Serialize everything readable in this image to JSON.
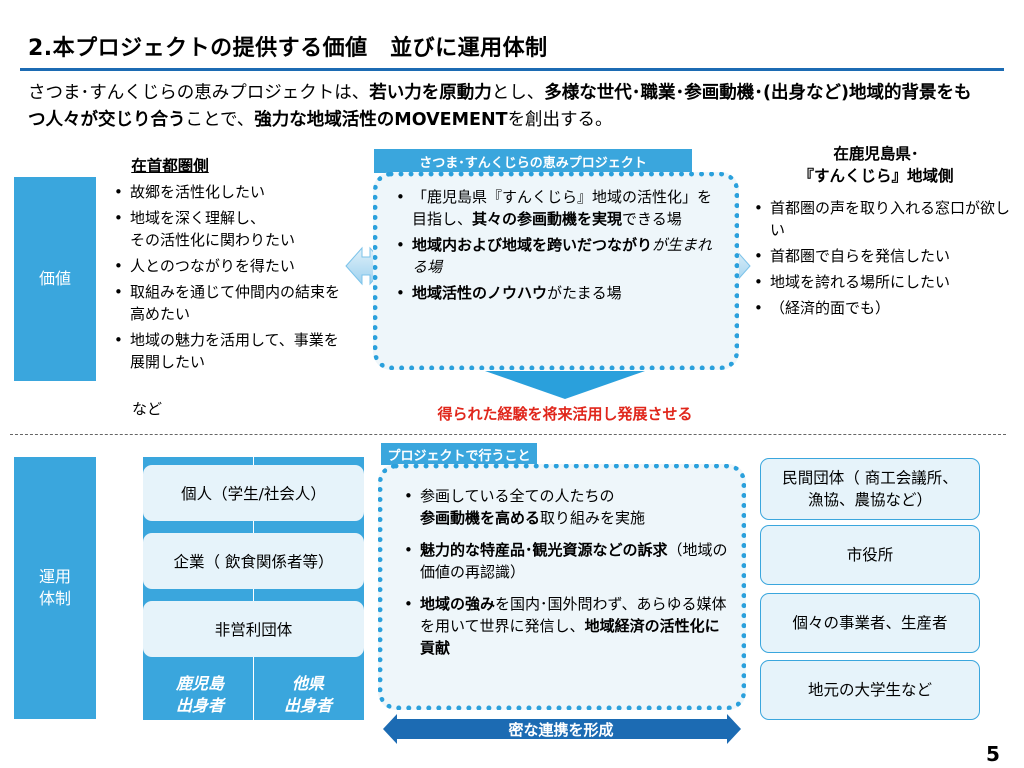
{
  "title": "2.本プロジェクトの提供する価値　並びに運用体制",
  "intro": {
    "p1": "さつま･すんくじらの恵みプロジェクトは、",
    "b1": "若い力を原動力",
    "p2": "とし、",
    "b2": "多様な世代･職業･参画動機･(出身など)地域的背景をもつ人々が交じり合う",
    "p3": "ことで、",
    "b3": "強力な地域活性のMOVEMENT",
    "p4": "を創出する。"
  },
  "value_section": {
    "side_label": "価値",
    "capital": {
      "heading": "在首都圏側",
      "items": [
        "故郷を活性化したい",
        "地域を深く理解し、\nその活性化に関わりたい",
        "人とのつながりを得たい",
        "取組みを通じて仲間内の結束を高めたい",
        "地域の魅力を活用して、事業を展開したい"
      ],
      "trailing": "など"
    },
    "project": {
      "tag": "さつま･すんくじらの恵みプロジェクト",
      "item1_a": "「鹿児島県『すんくじら』地域の活性化」を目指し、",
      "item1_b": "其々の参画動機を実現",
      "item1_c": "できる場",
      "item2_a": "地域内および地域を跨いだつながり",
      "item2_b": "が生まれる場",
      "item3_a": "地域活性のノウハウ",
      "item3_b": "がたまる場"
    },
    "kagoshima": {
      "heading_line1": "在鹿児島県･",
      "heading_line2": "『すんくじら』地域側",
      "items": [
        "首都圏の声を取り入れる窓口が欲しい",
        "首都圏で自らを発信したい",
        "地域を誇れる場所にしたい",
        "（経済的面でも）"
      ]
    },
    "result_note": "得られた経験を将来活用し発展させる"
  },
  "ops_section": {
    "side_label_line1": "運用",
    "side_label_line2": "体制",
    "participants": [
      "個人（学生/社会人）",
      "企業（ 飲食関係者等）",
      "非営利団体"
    ],
    "origins": [
      {
        "line1": "鹿児島",
        "line2": "出身者"
      },
      {
        "line1": "他県",
        "line2": "出身者"
      }
    ],
    "project": {
      "tag": "プロジェクトで行うこと",
      "item1_a": "参画している全ての人たちの",
      "item1_b": "参画動機を高める",
      "item1_c": "取り組みを実施",
      "item2_a": "魅力的な特産品･観光資源などの訴求",
      "item2_b": "（地域の価値の再認識）",
      "item3_a": "地域の強み",
      "item3_b": "を国内･国外問わず、あらゆる媒体を用いて世界に発信し、",
      "item3_c": "地域経済の活性化に貢献"
    },
    "organizations": [
      "民間団体（ 商工会議所、漁協、農協など）",
      "市役所",
      "個々の事業者、生産者",
      "地元の大学生など"
    ],
    "cooperation_label": "密な連携を形成"
  },
  "page_number": "5",
  "colors": {
    "accent_blue": "#3aa6dd",
    "title_rule": "#1c6bb3",
    "alert_red": "#e0261b",
    "box_fill": "#eef6fa"
  }
}
